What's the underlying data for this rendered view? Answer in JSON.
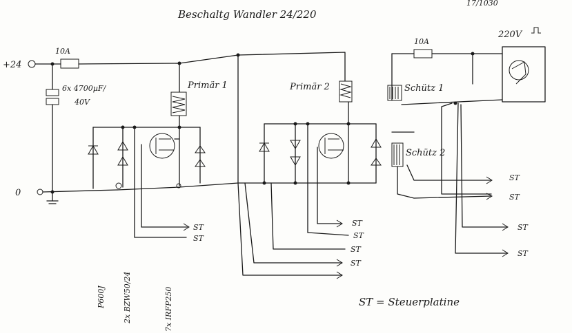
{
  "title": "Beschaltg Wandler 24/220",
  "corner_note": "17/1030",
  "mains_label": "220V",
  "supply": {
    "plus_label": "+24",
    "ground_label": "0",
    "fuse_main": "10A",
    "capacitor_label": "6x 4700µF/",
    "capacitor_voltage": "40V"
  },
  "primary_1": {
    "label": "Primär 1"
  },
  "primary_2": {
    "label": "Primär 2"
  },
  "mains_side": {
    "fuse": "10A",
    "relay_1": "Schütz 1",
    "relay_2": "Schütz 2"
  },
  "control_outputs": [
    "ST",
    "ST",
    "ST",
    "ST",
    "ST",
    "ST",
    "ST",
    "ST",
    "ST",
    "ST"
  ],
  "part_labels": {
    "diode": "P600J",
    "zener": "2x BZW50/24",
    "transistor": "7x IRFP250"
  },
  "legend": "ST = Steuerplatine"
}
